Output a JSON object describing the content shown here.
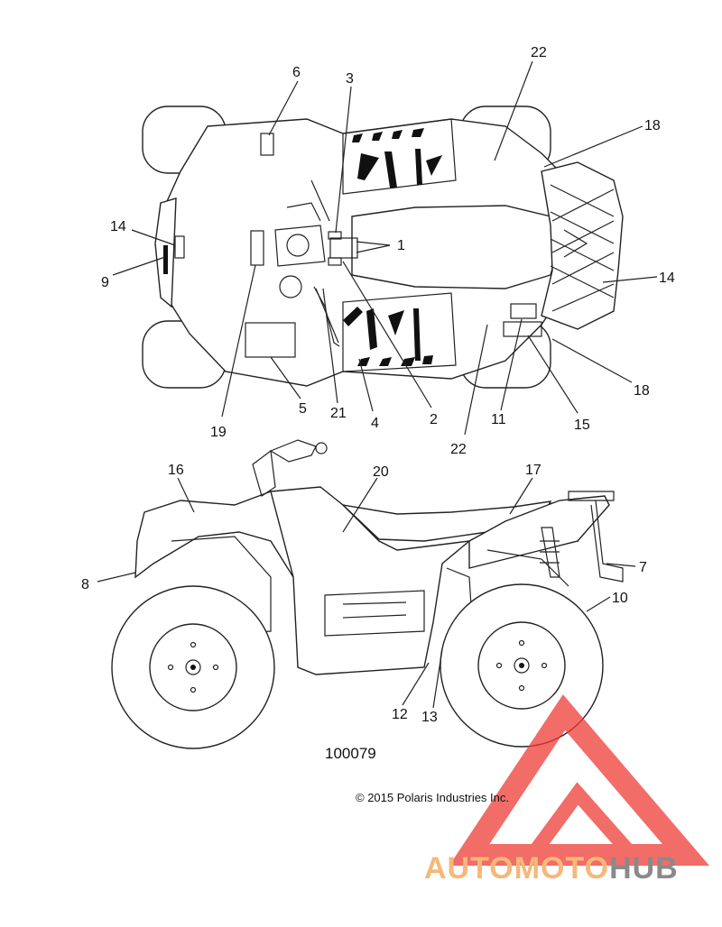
{
  "diagram": {
    "id_label": "100079",
    "copyright": "© 2015 Polaris Industries Inc."
  },
  "callouts": [
    {
      "num": "1"
    },
    {
      "num": "2"
    },
    {
      "num": "3"
    },
    {
      "num": "4"
    },
    {
      "num": "5"
    },
    {
      "num": "6"
    },
    {
      "num": "7"
    },
    {
      "num": "8"
    },
    {
      "num": "9"
    },
    {
      "num": "10"
    },
    {
      "num": "11"
    },
    {
      "num": "12"
    },
    {
      "num": "13"
    },
    {
      "num": "14"
    },
    {
      "num": "14"
    },
    {
      "num": "15"
    },
    {
      "num": "16"
    },
    {
      "num": "17"
    },
    {
      "num": "18"
    },
    {
      "num": "18"
    },
    {
      "num": "19"
    },
    {
      "num": "20"
    },
    {
      "num": "21"
    },
    {
      "num": "22"
    },
    {
      "num": "22"
    }
  ],
  "watermark": {
    "part1": "AUTOMOTO",
    "part2": "HUB",
    "color_light": "#f5b87a",
    "color_gray": "#8a8a8a",
    "color_red": "#ee3b36"
  }
}
